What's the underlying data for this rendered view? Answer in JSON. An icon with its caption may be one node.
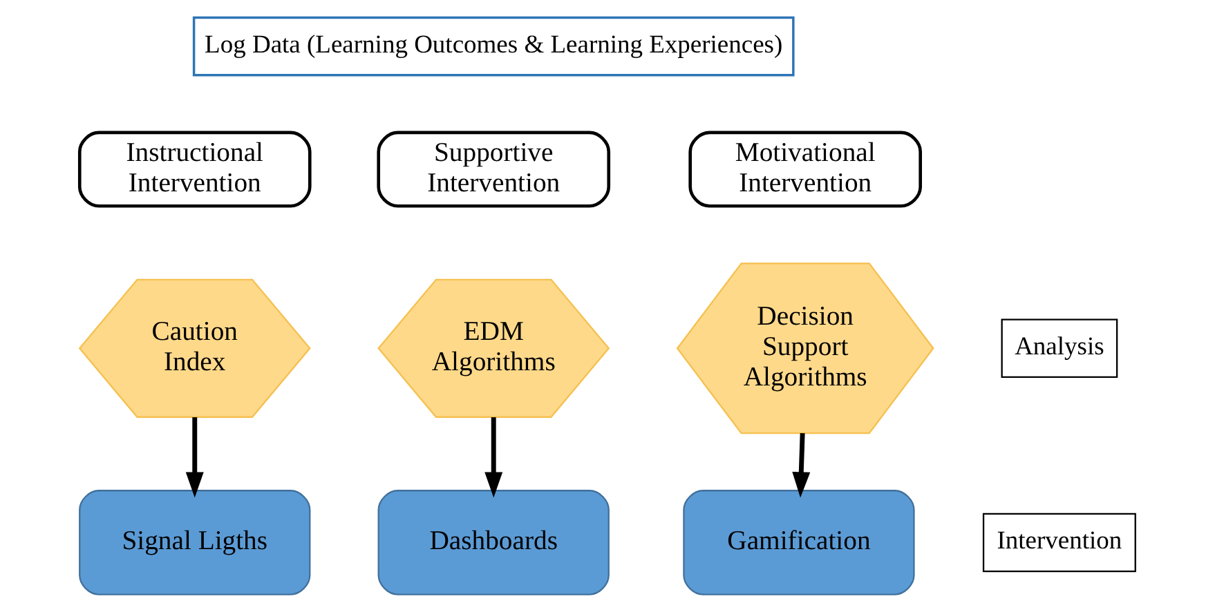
{
  "diagram": {
    "nodes": [
      {
        "text": [
          "Log Data (Learning Outcomes & Learning Experiences)"
        ]
      },
      {
        "text": [
          "Instructional Intervention"
        ]
      },
      {
        "text": [
          "Supportive Intervention"
        ]
      },
      {
        "text": [
          "Motivational Intervention"
        ]
      },
      {
        "text": [
          "Caution Index"
        ]
      },
      {
        "text": [
          "EDM Algorithms"
        ]
      },
      {
        "text": [
          "Decision Support Algorithms"
        ]
      },
      {
        "text": [
          "Signal Ligths"
        ]
      },
      {
        "text": [
          "Dashboards"
        ]
      },
      {
        "text": [
          "Gamification"
        ]
      },
      {
        "text": [
          "Analysis"
        ]
      },
      {
        "text": [
          "Intervention"
        ]
      }
    ],
    "edges": [
      {
        "from": 4,
        "to": 7,
        "arrow": "to"
      },
      {
        "from": 5,
        "to": 8,
        "arrow": "to"
      },
      {
        "from": 6,
        "to": 9,
        "arrow": "to"
      }
    ]
  }
}
